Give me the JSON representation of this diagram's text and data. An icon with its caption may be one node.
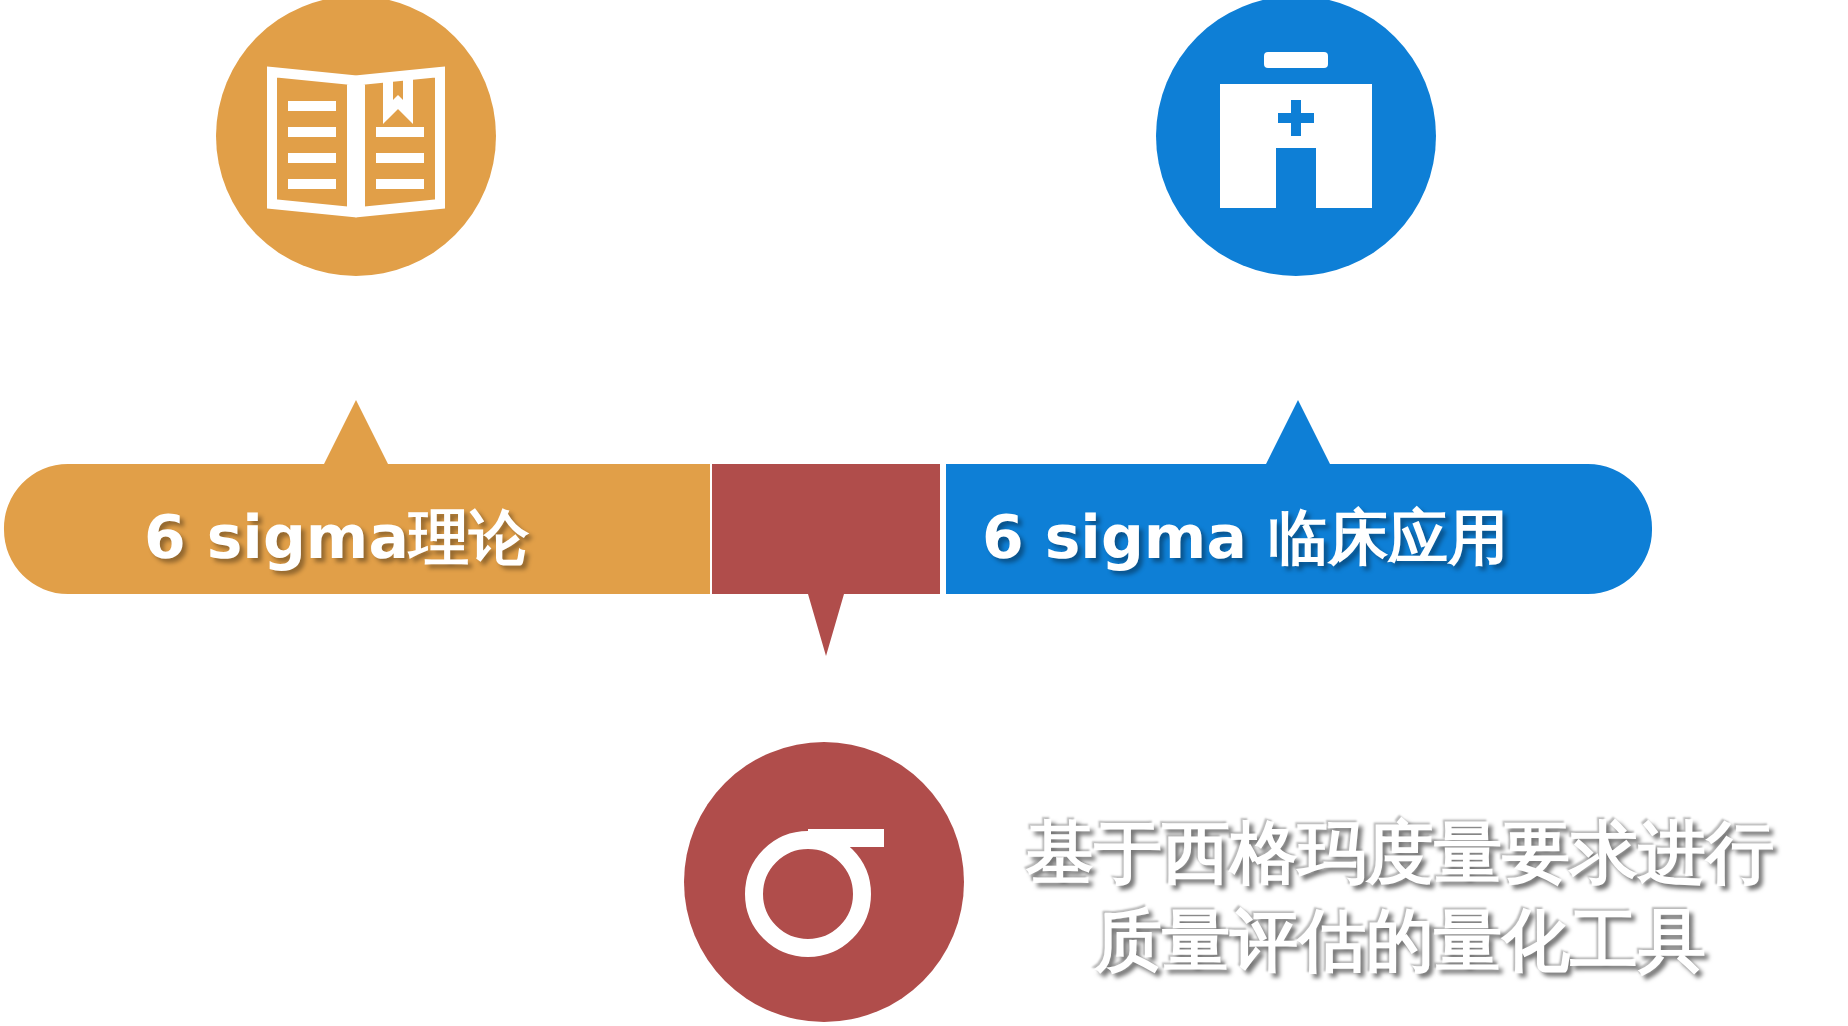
{
  "diagram": {
    "nodes": [
      {
        "text": [
          "6 sigma理论"
        ]
      },
      {
        "text": [],
        "shape": "bar"
      },
      {
        "text": [
          "6 sigma 临床应用"
        ]
      }
    ],
    "labels": [
      "基于西格玛度量要求进行质量评估的量化工具"
    ]
  }
}
